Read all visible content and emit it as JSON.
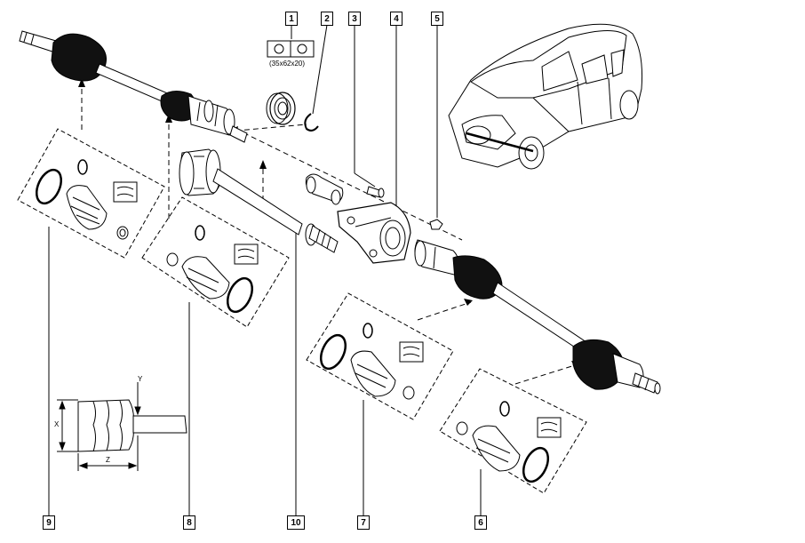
{
  "callouts": {
    "c1": "1",
    "c2": "2",
    "c3": "3",
    "c4": "4",
    "c5": "5",
    "c6": "6",
    "c7": "7",
    "c8": "8",
    "c9": "9",
    "c10": "10"
  },
  "bearing_spec": "(35x62x20)",
  "dimension_labels": {
    "x": "X",
    "y": "Y",
    "z": "Z"
  },
  "colors": {
    "line": "#000000",
    "boot": "#111111",
    "fill": "#ffffff",
    "shade": "#d8d8d8"
  }
}
